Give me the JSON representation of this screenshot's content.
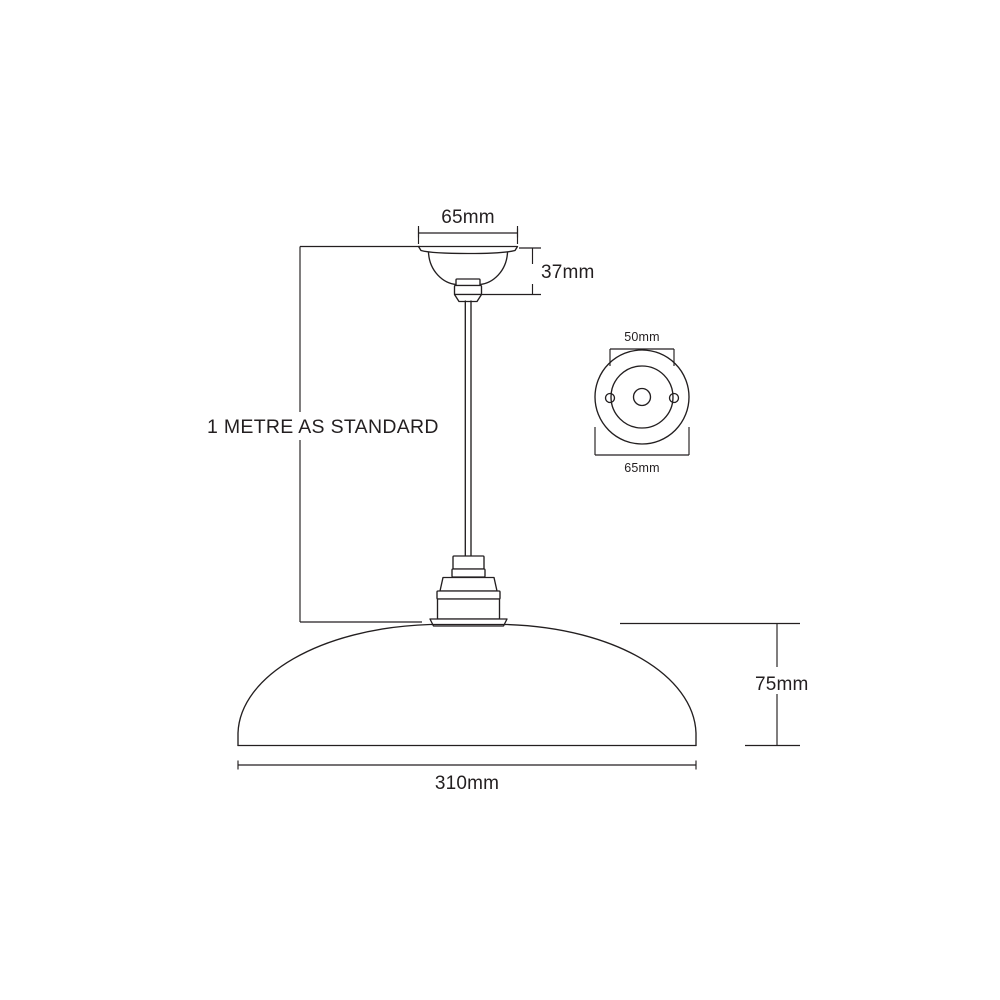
{
  "drawing": {
    "title": "Pendant Light Dimensional Drawing",
    "background_color": "#ffffff",
    "line_color": "#231f20",
    "views": {
      "main_elevation": {
        "name": "pendant-elevation-view"
      },
      "ceiling_rose_plan": {
        "name": "ceiling-rose-plan-view"
      }
    }
  },
  "dimensions": {
    "ceiling_cup_width": {
      "value": "65mm",
      "description": "ceiling cup outer diameter"
    },
    "ceiling_cup_height": {
      "value": "37mm",
      "description": "ceiling cup height"
    },
    "drop_length": {
      "value": "1 METRE AS STANDARD",
      "description": "suspension drop length"
    },
    "shade_diameter": {
      "value": "310mm",
      "description": "shade outer diameter"
    },
    "shade_height": {
      "value": "75mm",
      "description": "shade height"
    },
    "rose_inner_diameter": {
      "value": "50mm",
      "description": "ceiling rose fixing centres"
    },
    "rose_outer_diameter": {
      "value": "65mm",
      "description": "ceiling rose outer diameter"
    }
  }
}
